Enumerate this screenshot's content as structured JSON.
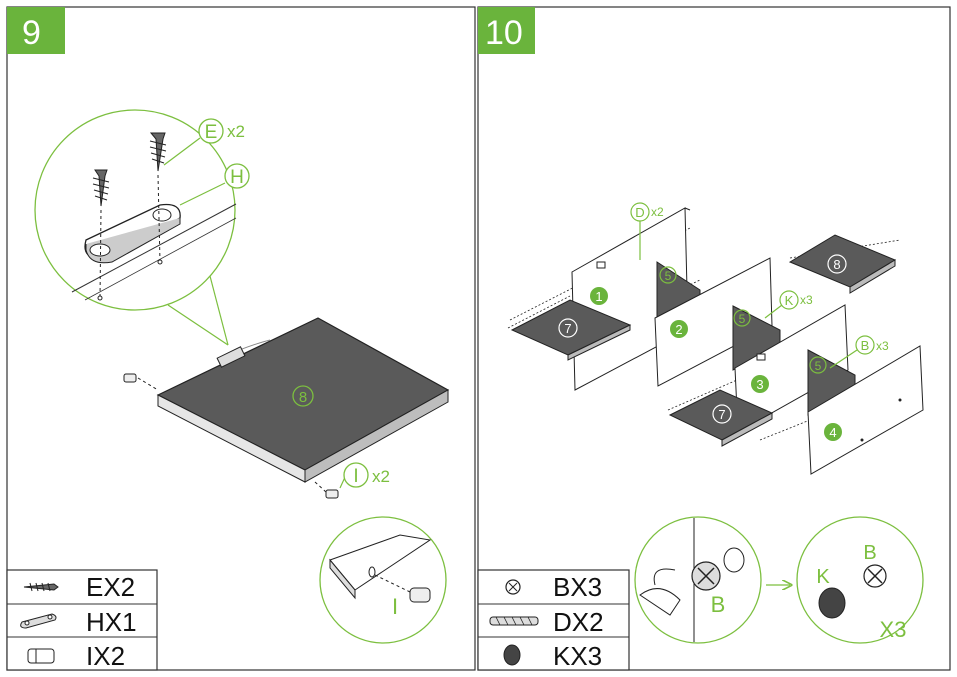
{
  "step9": {
    "number": "9",
    "labels": {
      "e": "E",
      "e_qty": "x2",
      "h": "H",
      "i": "I",
      "i_qty": "x2",
      "panel": "8",
      "detail_i": "I"
    },
    "parts": [
      {
        "icon": "screw-icon",
        "text": "EX2"
      },
      {
        "icon": "bracket-icon",
        "text": "HX1"
      },
      {
        "icon": "dowel-icon",
        "text": "IX2"
      }
    ]
  },
  "step10": {
    "number": "10",
    "labels": {
      "d": "D",
      "d_qty": "x2",
      "k": "K",
      "k_qty": "x3",
      "b": "B",
      "b_qty": "x3",
      "n1": "1",
      "n2": "2",
      "n3": "3",
      "n4": "4",
      "n5a": "5",
      "n5b": "5",
      "n5c": "5",
      "n7a": "7",
      "n7b": "7",
      "n8": "8",
      "detail_b": "B",
      "detail_b2": "B",
      "detail_k": "K",
      "detail_x3": "X3"
    },
    "parts": [
      {
        "icon": "cam-lock-icon",
        "text": "BX3"
      },
      {
        "icon": "wood-dowel-icon",
        "text": "DX2"
      },
      {
        "icon": "cap-icon",
        "text": "KX3"
      }
    ]
  },
  "colors": {
    "accent": "#7cbf3f",
    "panel": "#5a5a5a",
    "border": "#333333"
  }
}
